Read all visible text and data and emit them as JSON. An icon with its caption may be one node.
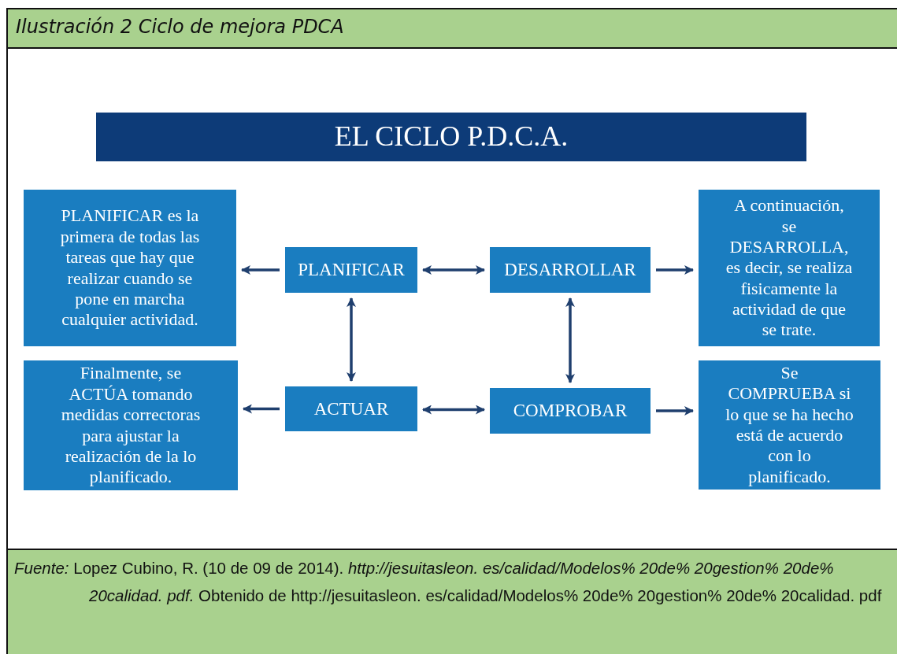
{
  "diagram": {
    "title": "Ilustración 2 Ciclo de mejora PDCA",
    "caption": "*Fuente:* Lopez Cubino, R. (10 de 09 de 2014). *http://jesuitasleon. es/calidad/Modelos% 20de% 20gestion% 20de% 20calidad. pdf.* Obtenido de http://jesuitasleon. es/calidad/Modelos% 20de% 20gestion% 20de% 20calidad. pdf",
    "nodes": [
      {
        "text": [
          "EL CICLO P.D.C.A."
        ]
      },
      {
        "text": [
          "PLANIFICAR es la primera de todas las tareas que hay que realizar cuando se pone en marcha cualquier actividad."
        ]
      },
      {
        "text": [
          "PLANIFICAR"
        ]
      },
      {
        "text": [
          "DESARROLLAR"
        ]
      },
      {
        "text": [
          "A continuación, se DESARROLLA, es decir, se realiza fisicamente la actividad de que se trate."
        ]
      },
      {
        "text": [
          "Finalmente, se ACTÚA tomando medidas correctoras para ajustar la realización de la lo planificado."
        ]
      },
      {
        "text": [
          "ACTUAR"
        ]
      },
      {
        "text": [
          "COMPROBAR"
        ]
      },
      {
        "text": [
          "Se COMPRUEBA si lo que se ha hecho está de acuerdo con lo planificado."
        ]
      }
    ],
    "edges": [
      {
        "from": 2,
        "to": 1,
        "arrow": "to"
      },
      {
        "from": 2,
        "to": 3,
        "arrow": "both"
      },
      {
        "from": 3,
        "to": 4,
        "arrow": "to"
      },
      {
        "from": 2,
        "to": 6,
        "arrow": "both"
      },
      {
        "from": 3,
        "to": 7,
        "arrow": "both"
      },
      {
        "from": 6,
        "to": 5,
        "arrow": "to"
      },
      {
        "from": 6,
        "to": 7,
        "arrow": "both"
      },
      {
        "from": 7,
        "to": 8,
        "arrow": "to"
      }
    ]
  }
}
